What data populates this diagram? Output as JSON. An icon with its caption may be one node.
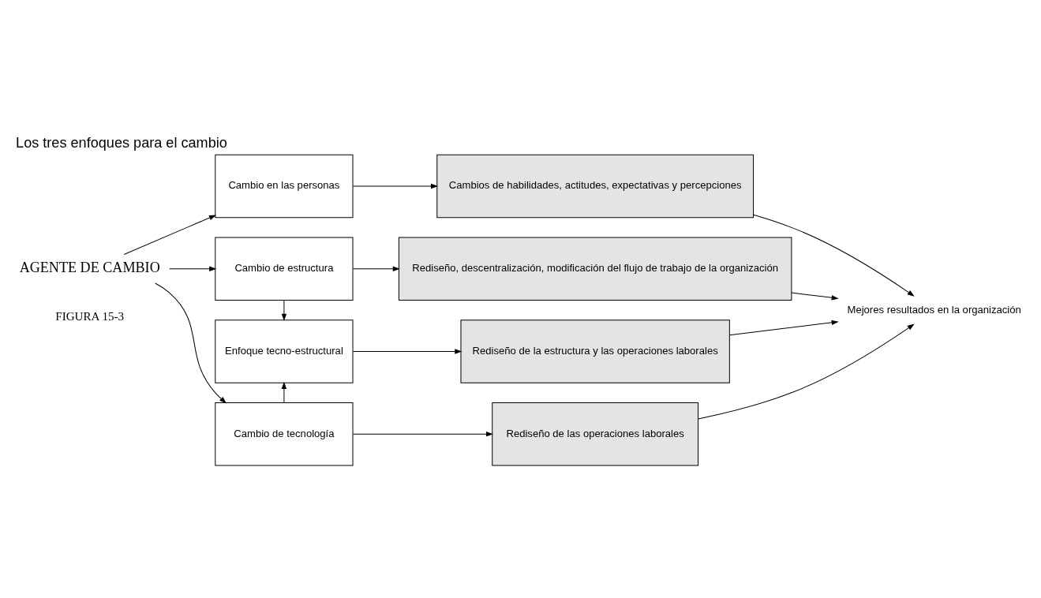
{
  "diagram": {
    "title": "Los tres enfoques para el cambio",
    "nodes": [
      {
        "text": [
          "AGENTE DE CAMBIO"
        ]
      },
      {
        "text": [
          "Cambio de estructura"
        ]
      },
      {
        "text": [
          "Enfoque tecno-estructural"
        ]
      },
      {
        "text": [
          "Cambio de tecnología"
        ]
      },
      {
        "text": [
          "Cambio en las personas"
        ]
      },
      {
        "text": [
          "Rediseño, descentralización, modificación del flujo de trabajo de la organización"
        ]
      },
      {
        "text": [
          "Rediseño de la estructura y las operaciones laborales"
        ]
      },
      {
        "text": [
          "Rediseño de las operaciones laborales"
        ]
      },
      {
        "text": [
          "Cambios de habilidades, actitudes, expectativas y percepciones"
        ]
      },
      {
        "text": [
          "Mejores resultados en la organización"
        ]
      }
    ],
    "edges": [
      {
        "from": 0,
        "to": 1,
        "arrow": "to"
      },
      {
        "from": 0,
        "to": 3,
        "arrow": "to"
      },
      {
        "from": 0,
        "to": 4,
        "arrow": "to"
      },
      {
        "from": 1,
        "to": 2,
        "arrow": "to"
      },
      {
        "from": 3,
        "to": 2,
        "arrow": "to"
      },
      {
        "from": 1,
        "to": 5,
        "arrow": "to"
      },
      {
        "from": 2,
        "to": 6,
        "arrow": "to"
      },
      {
        "from": 3,
        "to": 7,
        "arrow": "to"
      },
      {
        "from": 4,
        "to": 8,
        "arrow": "to"
      },
      {
        "from": 5,
        "to": 9,
        "arrow": "to"
      },
      {
        "from": 6,
        "to": 9,
        "arrow": "to"
      },
      {
        "from": 7,
        "to": 9,
        "arrow": "to"
      },
      {
        "from": 8,
        "to": 9,
        "arrow": "to"
      }
    ],
    "labels": [
      "FIGURA 15-3"
    ]
  }
}
